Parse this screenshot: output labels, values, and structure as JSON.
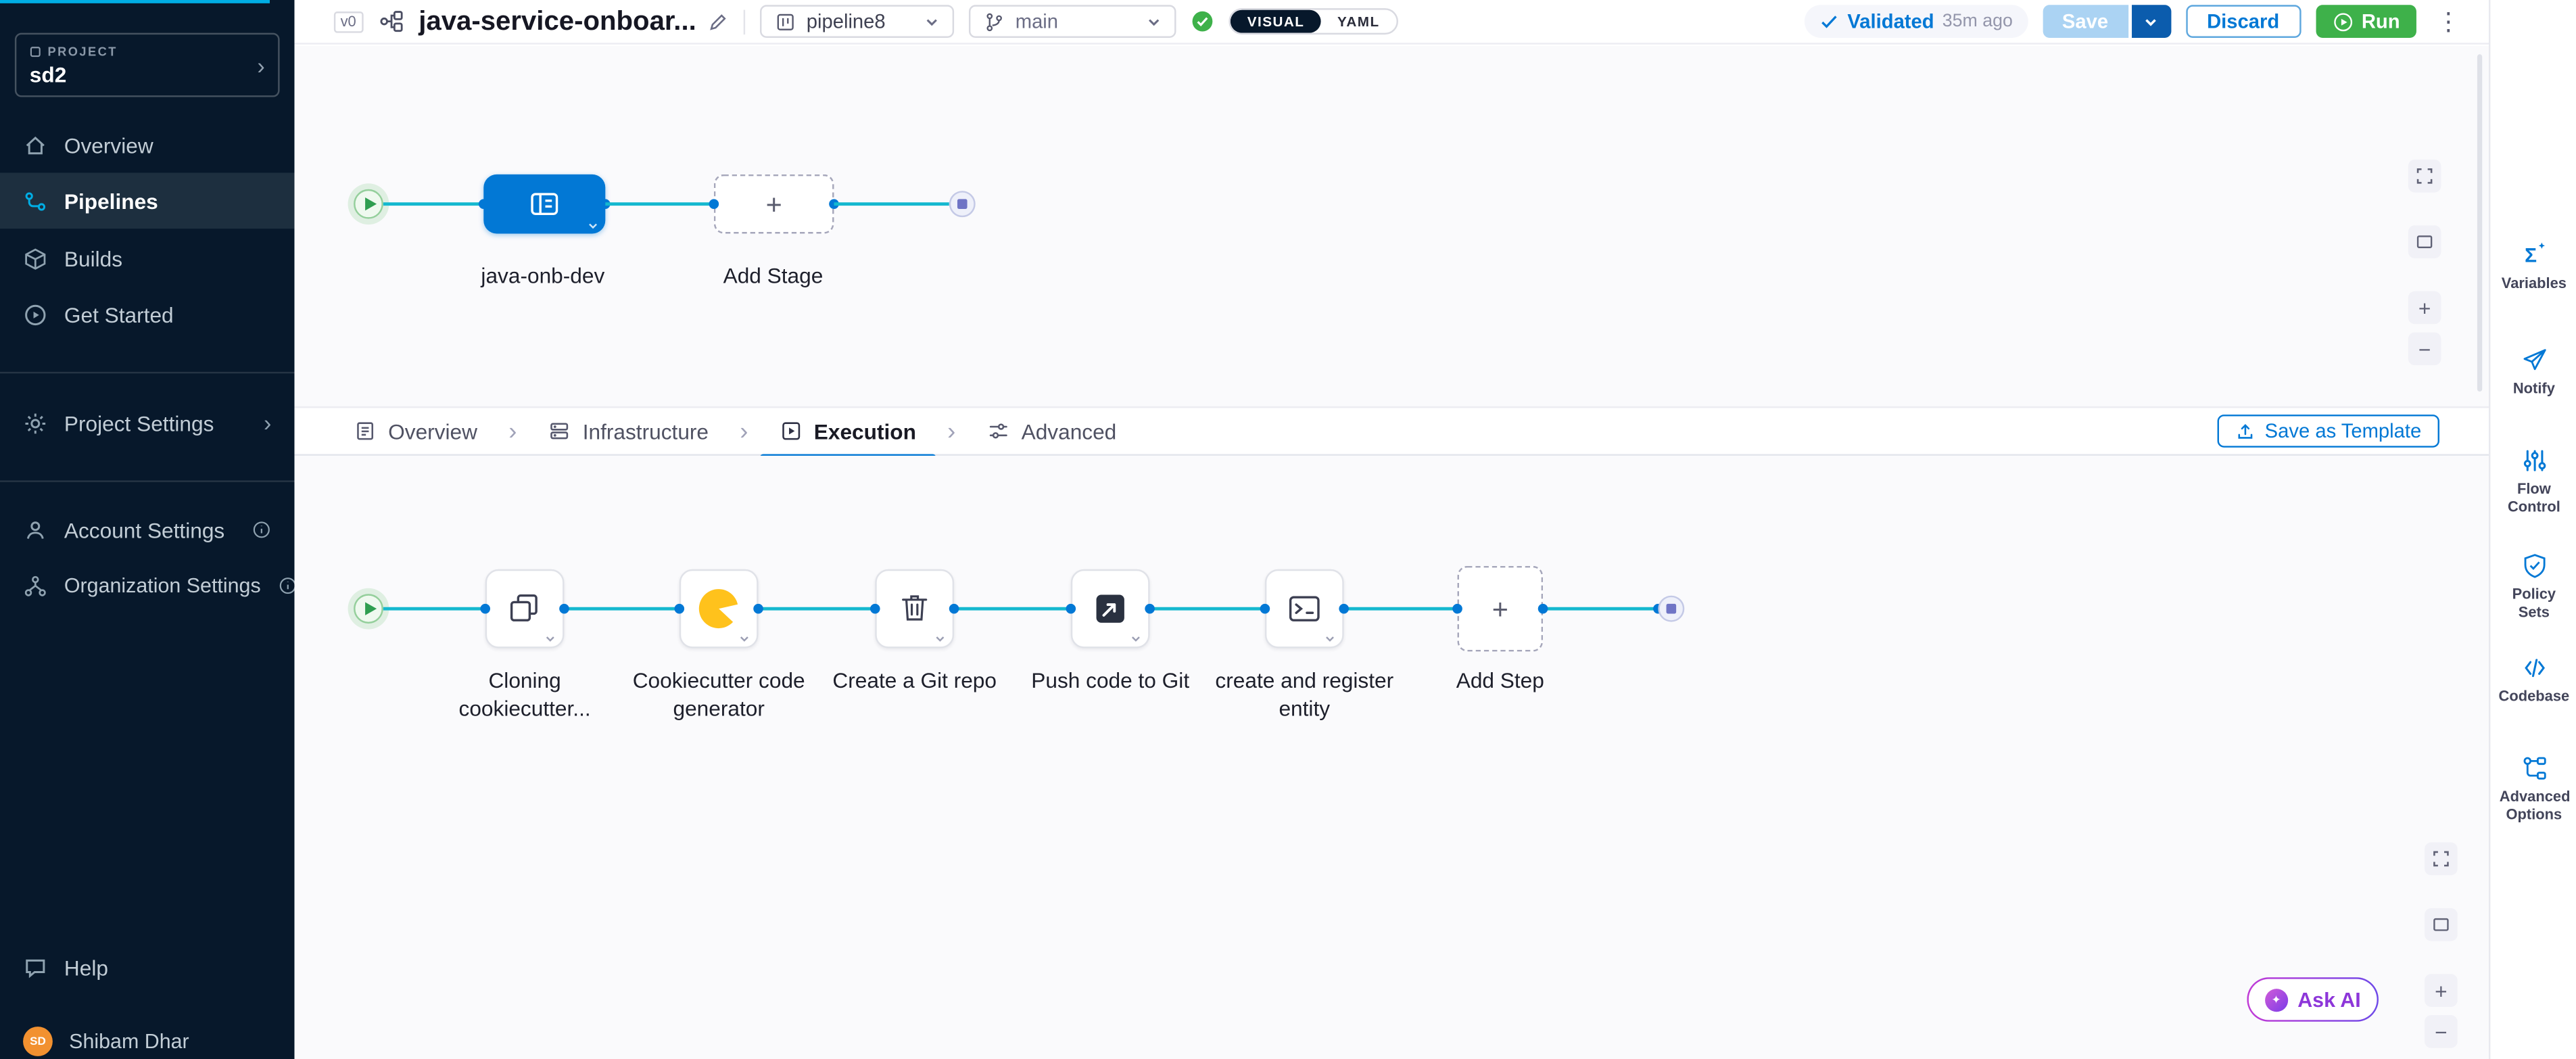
{
  "colors": {
    "primary_blue": "#0278d5",
    "sidebar_bg": "#07182b",
    "accent_teal": "#00ade4",
    "connector_teal": "#15b8cf",
    "run_green": "#3eb14a",
    "cookiecutter_yellow": "#ffc21c",
    "ask_ai_purple": "#8d36d9",
    "stop_node_indigo": "#6f74c5",
    "canvas_bg": "#fafafc"
  },
  "sidebar": {
    "project_label": "PROJECT",
    "project_name": "sd2",
    "items": [
      "Overview",
      "Pipelines",
      "Builds",
      "Get Started"
    ],
    "selected_item": "Pipelines",
    "project_settings": "Project Settings",
    "account_settings": "Account Settings",
    "organization_settings": "Organization Settings",
    "help": "Help",
    "user": {
      "name": "Shibam Dhar",
      "initials": "SD"
    }
  },
  "header": {
    "version_badge": "v0",
    "title": "java-service-onboar...",
    "pipeline_select": "pipeline8",
    "branch_select": "main",
    "view_toggle": {
      "visual": "VISUAL",
      "yaml": "YAML",
      "selected": "VISUAL"
    },
    "validated": {
      "label": "Validated",
      "time": "35m ago"
    },
    "save": "Save",
    "discard": "Discard",
    "run": "Run"
  },
  "stage_canvas": {
    "stage_name": "java-onb-dev",
    "add_stage": "Add Stage"
  },
  "tabs": {
    "items": [
      "Overview",
      "Infrastructure",
      "Execution",
      "Advanced"
    ],
    "selected": "Execution",
    "save_as_template": "Save as Template"
  },
  "execution": {
    "steps": [
      {
        "name": "Cloning cookiecutter...",
        "icon": "clone-icon"
      },
      {
        "name": "Cookiecutter code generator",
        "icon": "cookiecutter-icon"
      },
      {
        "name": "Create a Git repo",
        "icon": "repo-icon"
      },
      {
        "name": "Push code to Git",
        "icon": "git-push-icon"
      },
      {
        "name": "create and register entity",
        "icon": "terminal-icon"
      }
    ],
    "add_step": "Add Step",
    "ask_ai": "Ask AI"
  },
  "right_rail": {
    "items": [
      "Variables",
      "Notify",
      "Flow Control",
      "Policy Sets",
      "Codebase",
      "Advanced Options"
    ]
  }
}
